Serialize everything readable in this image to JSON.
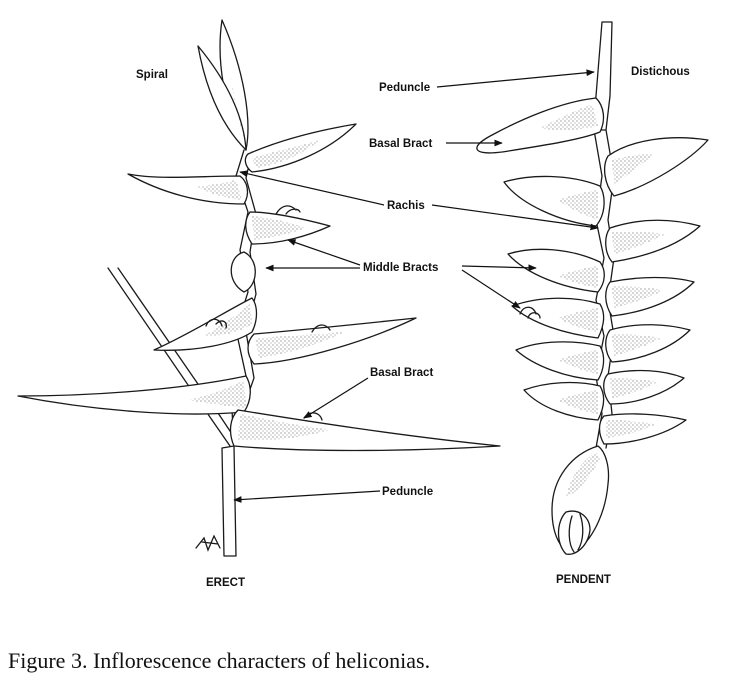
{
  "labels": {
    "spiral": "Spiral",
    "distichous": "Distichous",
    "peduncle_right": "Peduncle",
    "basal_bract_right": "Basal Bract",
    "rachis": "Rachis",
    "middle_bracts": "Middle Bracts",
    "basal_bract_left": "Basal Bract",
    "peduncle_left": "Peduncle",
    "erect": "ERECT",
    "pendent": "PENDENT"
  },
  "caption": "Figure 3. Inflorescence characters of heliconias.",
  "colors": {
    "ink": "#111111",
    "background": "#ffffff"
  }
}
